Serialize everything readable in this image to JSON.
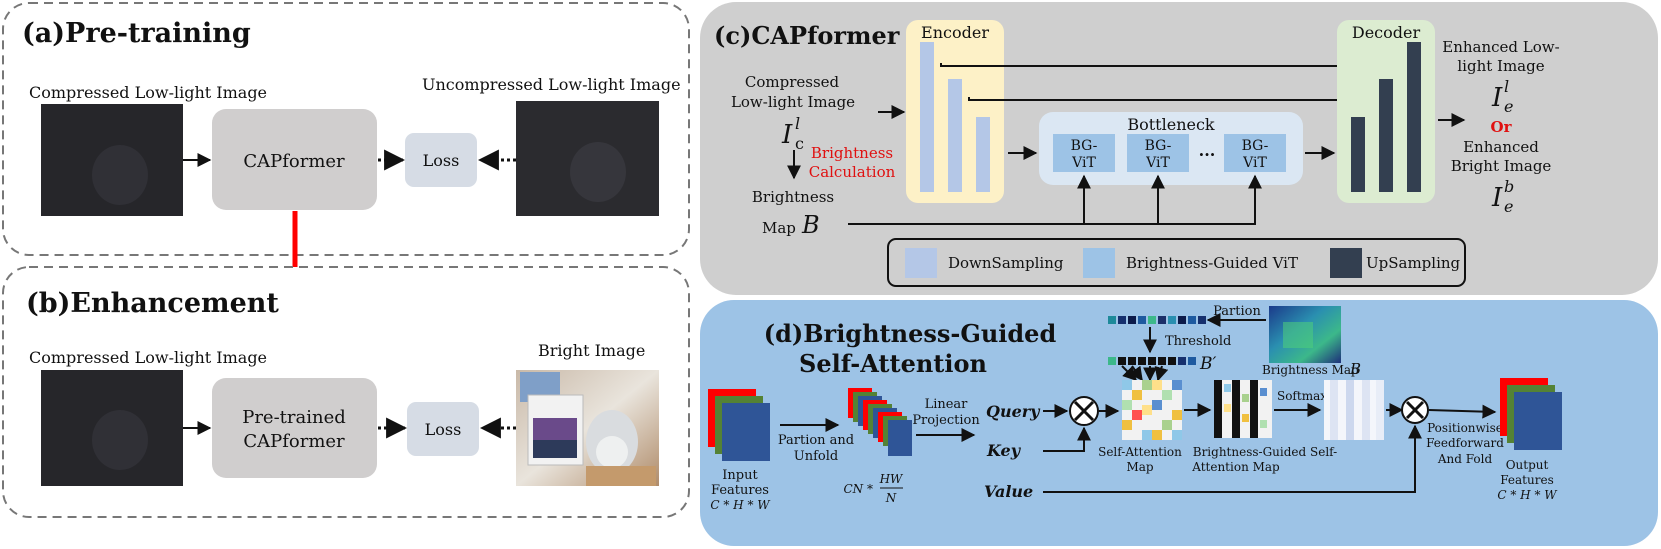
{
  "panel_a": {
    "title": "(a)Pre-training",
    "input_label": "Compressed Low-light Image",
    "model_label": "CAPformer",
    "loss_label": "Loss",
    "target_label": "Uncompressed Low-light Image"
  },
  "panel_b": {
    "title": "(b)Enhancement",
    "input_label": "Compressed Low-light Image",
    "model_label_1": "Pre-trained",
    "model_label_2": "CAPformer",
    "loss_label": "Loss",
    "target_label": "Bright Image"
  },
  "panel_c": {
    "title": "(c)CAPformer",
    "input_label_1": "Compressed",
    "input_label_2": "Low-light Image",
    "input_symbol": "I",
    "input_sub": "c",
    "input_sup": "l",
    "brightness_calc_1": "Brightness",
    "brightness_calc_2": "Calculation",
    "brightness_map_1": "Brightness",
    "brightness_map_2": "Map",
    "brightness_map_symbol": "B",
    "encoder_label": "Encoder",
    "decoder_label": "Decoder",
    "bottleneck_label": "Bottleneck",
    "bgvit_line1": "BG-",
    "bgvit_line2": "ViT",
    "ellipsis": "···",
    "output_label_1": "Enhanced Low-",
    "output_label_2": "light Image",
    "output_symbol": "I",
    "output_sub": "e",
    "output_sup_1": "l",
    "or_label": "Or",
    "output_label_3": "Enhanced",
    "output_label_4": "Bright Image",
    "output_sup_2": "b",
    "legend": {
      "downsampling": "DownSampling",
      "bgvit": "Brightness-Guided ViT",
      "upsampling": "UpSampling"
    },
    "colors": {
      "panel_bg": "#cfcfcf",
      "encoder_bg": "#fdf1c7",
      "decoder_bg": "#dcecd1",
      "bottleneck_bg": "#dbe7f3",
      "down_bar": "#b4c7e7",
      "bgvit": "#9dc3e6",
      "up_bar": "#333f50"
    }
  },
  "panel_d": {
    "title_1": "(d)Brightness-Guided",
    "title_2": "Self-Attention",
    "input_label_1": "Input",
    "input_label_2": "Features",
    "input_dims": "C * H * W",
    "partion_unfold_1": "Partion and",
    "partion_unfold_2": "Unfold",
    "cn_formula": "CN *",
    "hw": "HW",
    "n": "N",
    "linear_proj_1": "Linear",
    "linear_proj_2": "Projection",
    "query": "Query",
    "key": "Key",
    "value": "Value",
    "partion_label": "Partion",
    "threshold_label": "Threshold",
    "b_prime": "B′",
    "brightness_map_label": "Brightness Map",
    "brightness_map_symbol": "B",
    "self_attention_map_1": "Self-Attention",
    "self_attention_map_2": "Map",
    "bg_attention_map_1": "Brightness-Guided Self-",
    "bg_attention_map_2": "Attention Map",
    "softmax": "Softmax",
    "positionwise_1": "Positionwise",
    "positionwise_2": "Feedforward",
    "positionwise_3": "And Fold",
    "output_label_1": "Output",
    "output_label_2": "Features",
    "output_dims": "C * H * W",
    "colors": {
      "panel_bg": "#9dc3e6",
      "feat_red": "#ff0000",
      "feat_green": "#548235",
      "feat_blue": "#2f5597"
    }
  }
}
